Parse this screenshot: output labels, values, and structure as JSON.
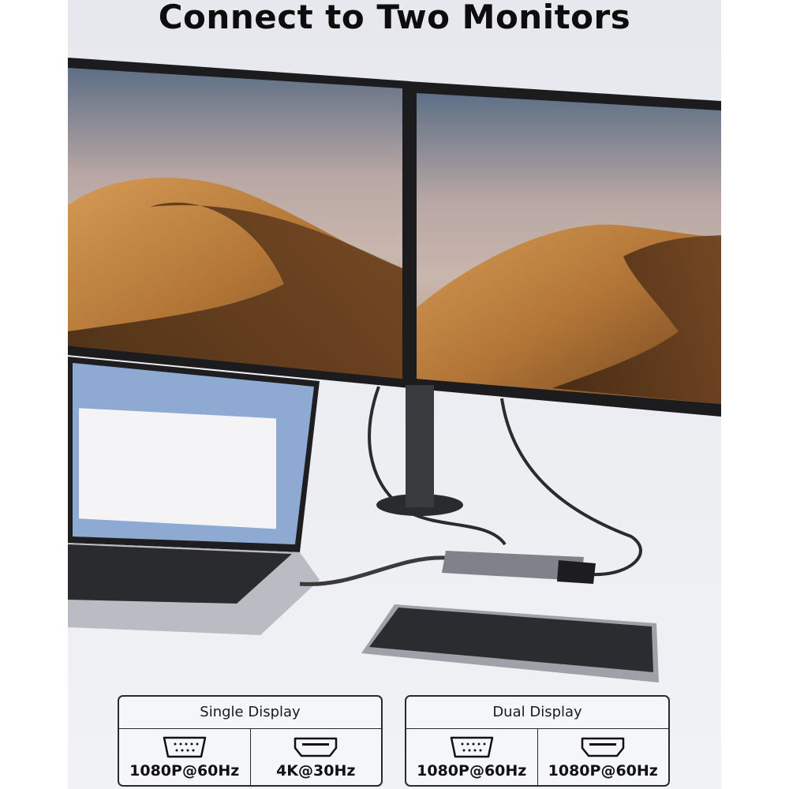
{
  "title": "Connect to Two Monitors",
  "specs": [
    {
      "heading": "Single Display",
      "ports": [
        {
          "icon": "vga-port-icon",
          "value": "1080P@60Hz"
        },
        {
          "icon": "hdmi-port-icon",
          "value": "4K@30Hz"
        }
      ]
    },
    {
      "heading": "Dual Display",
      "ports": [
        {
          "icon": "vga-port-icon",
          "value": "1080P@60Hz"
        },
        {
          "icon": "hdmi-port-icon",
          "value": "1080P@60Hz"
        }
      ]
    }
  ]
}
